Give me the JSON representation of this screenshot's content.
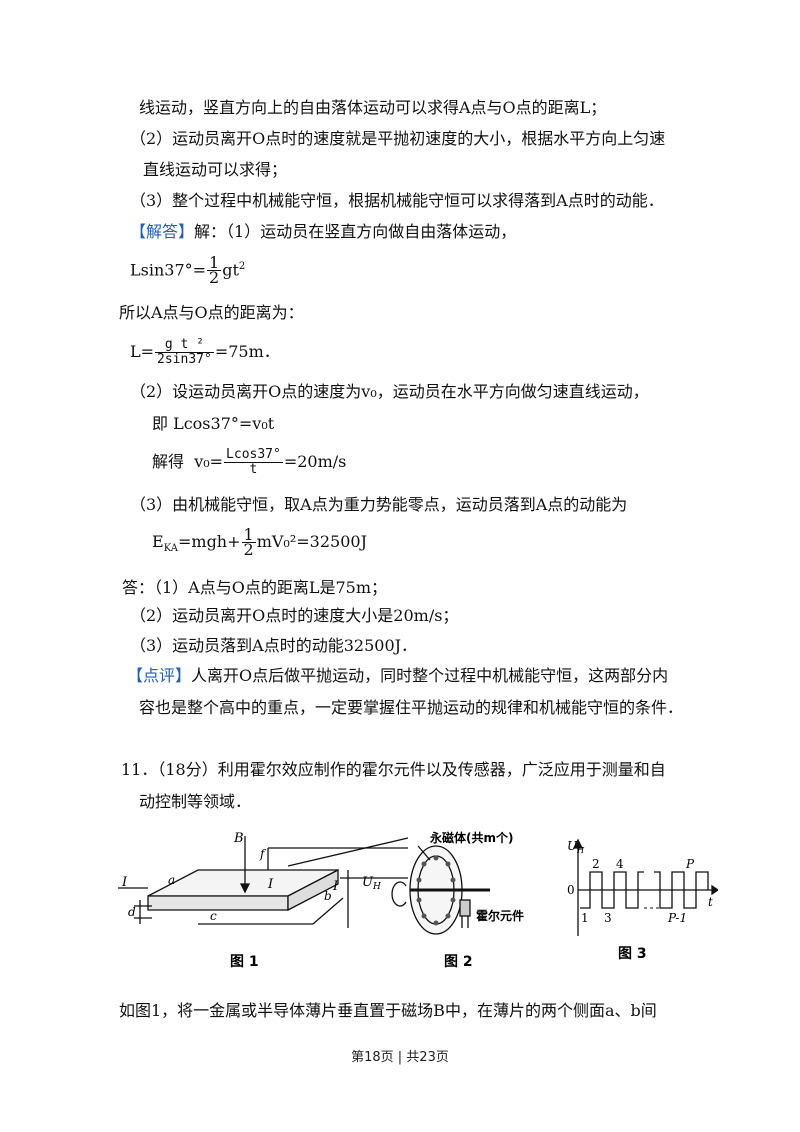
{
  "analysis": {
    "line1": "线运动，竖直方向上的自由落体运动可以求得A点与O点的距离L；",
    "line2": "（2）运动员离开O点时的速度就是平抛初速度的大小，根据水平方向上匀速",
    "line3": "直线运动可以求得；",
    "line4": "（3）整个过程中机械能守恒，根据机械能守恒可以求得落到A点时的动能．"
  },
  "solution": {
    "tag": "【解答】",
    "intro": "解：（1）运动员在竖直方向做自由落体运动，",
    "eq1_left": "Lsin37°=",
    "eq1_num": "1",
    "eq1_den": "2",
    "eq1_right": "gt",
    "eq1_sup": "2",
    "dist_text": "所以A点与O点的距离为：",
    "eq2_left": "L=",
    "eq2_num": "g t ²",
    "eq2_den": "2sin37°",
    "eq2_right": "=75m．",
    "part2": "（2）设运动员离开O点的速度为v₀，运动员在水平方向做匀速直线运动，",
    "part2_eq": "即 Lcos37°=v₀t",
    "solve_label": "解得",
    "v0_left": "v₀=",
    "v0_num": "Lcos37°",
    "v0_den": "t",
    "v0_right": "=20m/s",
    "part3": "（3）由机械能守恒，取A点为重力势能零点，运动员落到A点的动能为",
    "ek_left": "E",
    "ek_sub": "KA",
    "ek_mid": "=mgh+",
    "ek_num": "1",
    "ek_den": "2",
    "ek_right": "mV₀²=32500J"
  },
  "answer": {
    "a1": "答：（1）A点与O点的距离L是75m；",
    "a2": "（2）运动员离开O点时的速度大小是20m/s；",
    "a3": "（3）运动员落到A点时的动能32500J．"
  },
  "comment": {
    "tag": "【点评】",
    "line1": "人离开O点后做平抛运动，同时整个过程中机械能守恒，这两部分内",
    "line2": "容也是整个高中的重点，一定要掌握住平抛运动的规律和机械能守恒的条件．"
  },
  "question11": {
    "line1": "11．（18分）利用霍尔效应制作的霍尔元件以及传感器，广泛应用于测量和自",
    "line2": "动控制等领域．"
  },
  "figures": {
    "fig1_caption": "图 1",
    "fig2_caption": "图 2",
    "fig3_caption": "图 3",
    "fig1_labels": {
      "B": "B",
      "f": "f",
      "I_left": "I",
      "a": "a",
      "b": "b",
      "c": "c",
      "d": "d",
      "I_mid": "I",
      "I_right": "I",
      "UH": "U",
      "UH_sub": "H"
    },
    "fig2_labels": {
      "magnet": "永磁体(共m个)",
      "hall": "霍尔元件"
    },
    "fig3_labels": {
      "U": "U",
      "U_sub": "H",
      "zero": "0",
      "t": "t",
      "n2": "2",
      "n4": "4",
      "P": "P",
      "n1": "1",
      "n3": "3",
      "Pm1": "P-1"
    }
  },
  "bottom_text": "如图1，将一金属或半导体薄片垂直置于磁场B中，在薄片的两个侧面a、b间",
  "footer": "第18页 | 共23页"
}
